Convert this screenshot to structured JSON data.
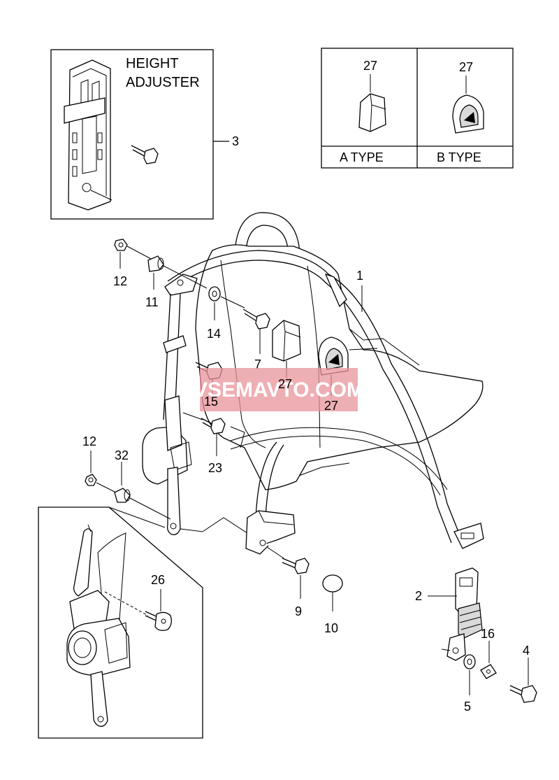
{
  "inset_height_adjuster": {
    "title_line1": "HEIGHT",
    "title_line2": "ADJUSTER",
    "callout": "3"
  },
  "inset_types": {
    "a_type": {
      "part_number": "27",
      "label": "A TYPE"
    },
    "b_type": {
      "part_number": "27",
      "label": "B TYPE"
    }
  },
  "watermark": {
    "text": "VSEMAVTO.COM",
    "color": "#e8949b"
  },
  "callouts": {
    "c1": "1",
    "c2": "2",
    "c4": "4",
    "c5": "5",
    "c7": "7",
    "c9": "9",
    "c10": "10",
    "c11": "11",
    "c12_top": "12",
    "c12_bottom": "12",
    "c14": "14",
    "c15": "15",
    "c16": "16",
    "c23": "23",
    "c26": "26",
    "c27_a": "27",
    "c27_b": "27",
    "c32": "32"
  }
}
